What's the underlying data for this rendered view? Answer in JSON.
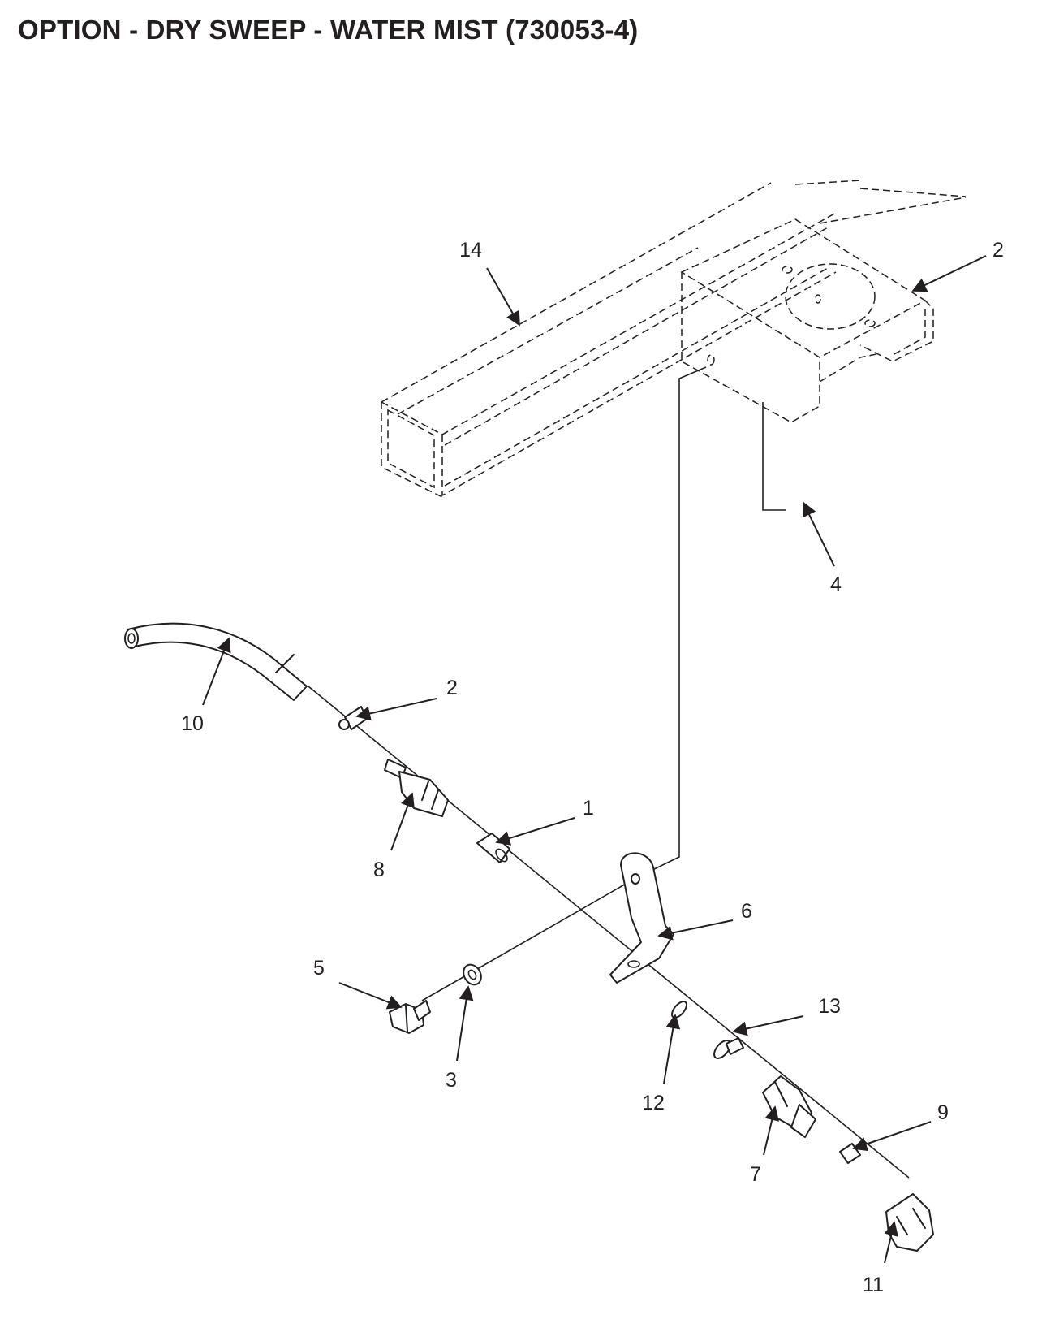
{
  "title": "OPTION - DRY SWEEP - WATER MIST (730053-4)",
  "callouts": [
    {
      "id": "c14",
      "label": "14"
    },
    {
      "id": "c2a",
      "label": "2"
    },
    {
      "id": "c4",
      "label": "4"
    },
    {
      "id": "c10",
      "label": "10"
    },
    {
      "id": "c2b",
      "label": "2"
    },
    {
      "id": "c8",
      "label": "8"
    },
    {
      "id": "c1",
      "label": "1"
    },
    {
      "id": "c6",
      "label": "6"
    },
    {
      "id": "c5",
      "label": "5"
    },
    {
      "id": "c3",
      "label": "3"
    },
    {
      "id": "c12",
      "label": "12"
    },
    {
      "id": "c13",
      "label": "13"
    },
    {
      "id": "c7",
      "label": "7"
    },
    {
      "id": "c9",
      "label": "9"
    },
    {
      "id": "c11",
      "label": "11"
    }
  ]
}
